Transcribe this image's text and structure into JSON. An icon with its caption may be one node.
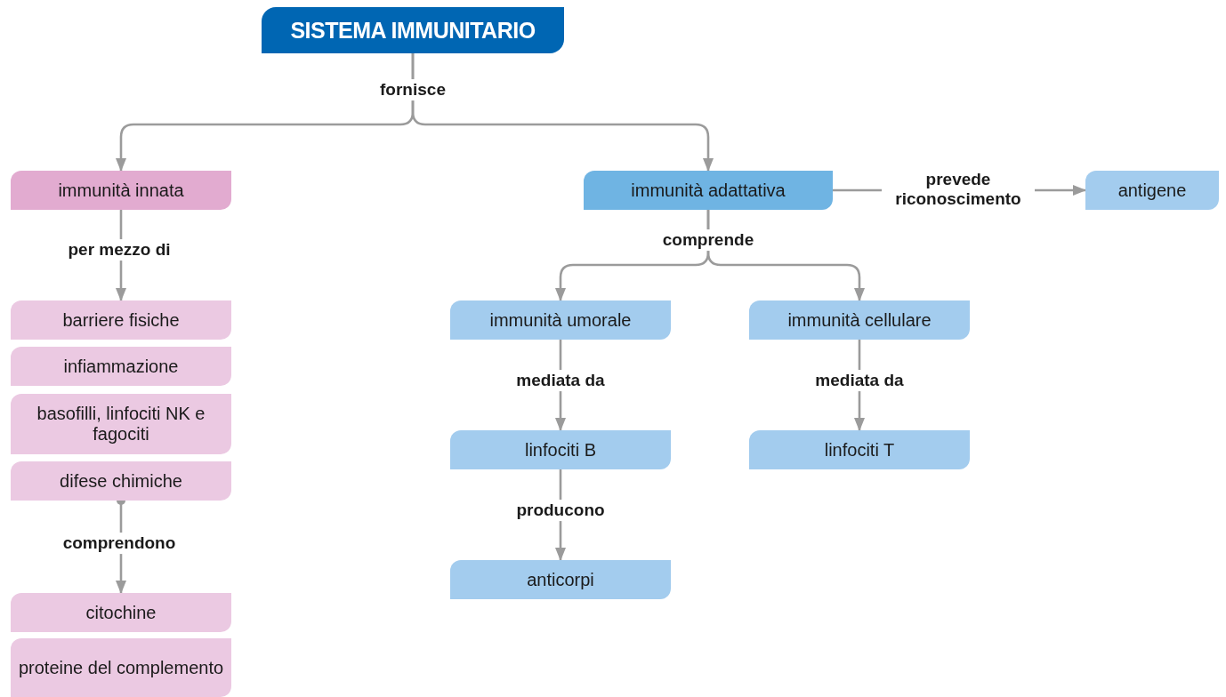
{
  "diagram": {
    "nodes": [
      {
        "text": [
          "SISTEMA IMMUNITARIO"
        ]
      },
      {
        "text": [
          "immunità innata"
        ]
      },
      {
        "text": [
          "barriere fisiche"
        ]
      },
      {
        "text": [
          "infiammazione"
        ]
      },
      {
        "text": [
          "basofilli, linfociti NK e fagociti"
        ]
      },
      {
        "text": [
          "difese chimiche"
        ]
      },
      {
        "text": [
          "citochine"
        ]
      },
      {
        "text": [
          "proteine del complemento"
        ]
      },
      {
        "text": [
          "immunità adattativa"
        ]
      },
      {
        "text": [
          "antigene"
        ]
      },
      {
        "text": [
          "immunità umorale"
        ]
      },
      {
        "text": [
          "immunità cellulare"
        ]
      },
      {
        "text": [
          "linfociti B"
        ]
      },
      {
        "text": [
          "linfociti T"
        ]
      },
      {
        "text": [
          "anticorpi"
        ]
      }
    ],
    "edges": [
      {
        "from": 0,
        "to": 1,
        "label": "fornisce",
        "arrow": "to"
      },
      {
        "from": 0,
        "to": 8,
        "arrow": "to"
      },
      {
        "from": 1,
        "to": 2,
        "label": "per mezzo di",
        "arrow": "to"
      },
      {
        "from": 5,
        "to": 6,
        "label": "comprendono",
        "arrow": "to"
      },
      {
        "from": 8,
        "to": 9,
        "label": "prevede riconoscimento",
        "arrow": "to"
      },
      {
        "from": 8,
        "to": 10,
        "label": "comprende",
        "arrow": "to"
      },
      {
        "from": 8,
        "to": 11,
        "arrow": "to"
      },
      {
        "from": 10,
        "to": 12,
        "label": "mediata da",
        "arrow": "to"
      },
      {
        "from": 11,
        "to": 13,
        "label": "mediata da",
        "arrow": "to"
      },
      {
        "from": 12,
        "to": 14,
        "label": "producono",
        "arrow": "to"
      }
    ]
  }
}
